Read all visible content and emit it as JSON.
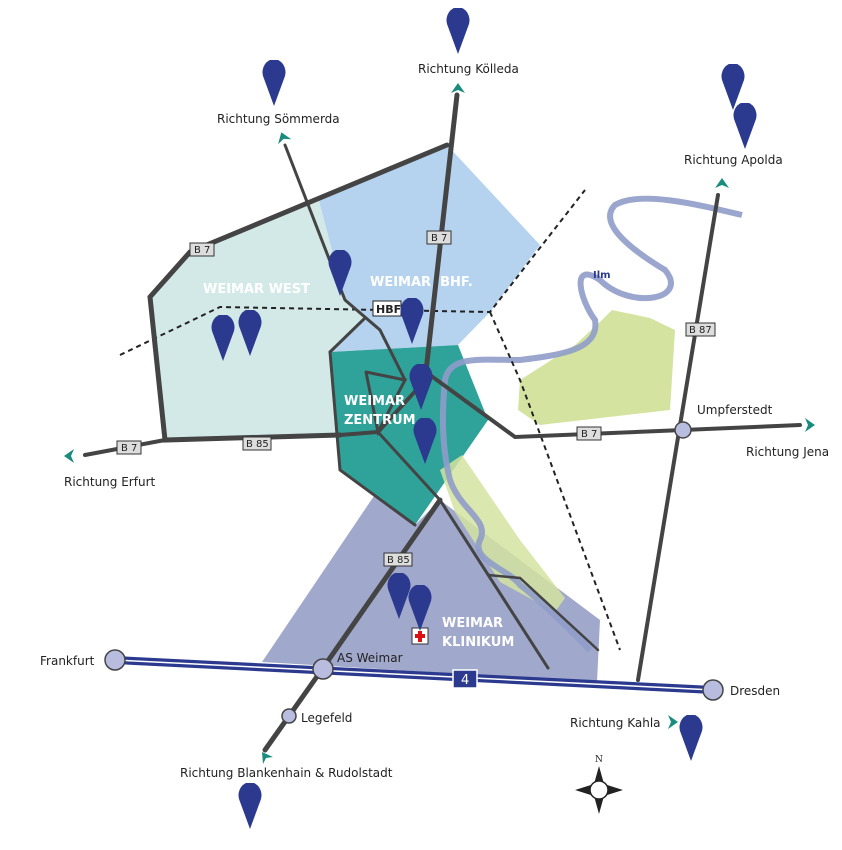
{
  "districts": {
    "west": "WEIMAR WEST",
    "bhf": "WEIMAR  BHF.",
    "zentrum_1": "WEIMAR",
    "zentrum_2": "ZENTRUM",
    "klinikum_1": "WEIMAR",
    "klinikum_2": "KLINIKUM"
  },
  "directions": {
    "koelleda": "Richtung Kölleda",
    "soemmerda": "Richtung Sömmerda",
    "apolda": "Richtung Apolda",
    "erfurt": "Richtung Erfurt",
    "jena": "Richtung Jena",
    "kahla": "Richtung Kahla",
    "blankenhain": "Richtung Blankenhain & Rudolstadt"
  },
  "places": {
    "frankfurt": "Frankfurt",
    "dresden": "Dresden",
    "as_weimar": "AS Weimar",
    "legefeld": "Legefeld",
    "umpferstedt": "Umpferstedt",
    "river": "Ilm",
    "station": "HBF"
  },
  "road_signs": {
    "b7_west": "B 7",
    "b7_north": "B 7",
    "b7_erfurt": "B 7",
    "b85_west": "B 85",
    "b7_east": "B 7",
    "b87": "B 87",
    "b85_south": "B 85",
    "a4": "4"
  },
  "compass": "N",
  "colors": {
    "pin": "#2b3a8f",
    "west": "#d3e9e8",
    "bhf": "#b5d3ef",
    "zentrum": "#2fa39a",
    "klinikum": "#a0a8cc",
    "park": "#d4e3a0",
    "river": "#8f9cc9",
    "arrow": "#1a8c7f"
  }
}
